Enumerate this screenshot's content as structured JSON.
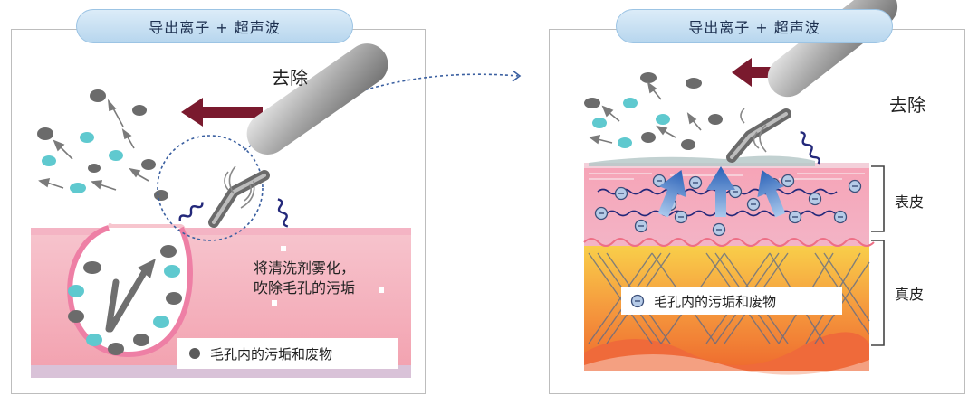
{
  "left": {
    "title": "导出离子 + 超声波",
    "remove": "去除",
    "description_line1": "将清洗剂雾化，",
    "description_line2": "吹除毛孔的污垢",
    "legend": "毛孔内的污垢和废物"
  },
  "right": {
    "title": "导出离子 + 超声波",
    "remove": "去除",
    "epidermis": "表皮",
    "dermis": "真皮",
    "legend": "毛孔内的污垢和废物"
  },
  "colors": {
    "arrow": "#7a1a2e",
    "pill_fill": "#c9e1f3",
    "dirt_gray": "#6b6b6b",
    "dirt_teal": "#5fc9cf",
    "wave": "#23287a",
    "skin_pink": "#f3a9b8",
    "dermis_orange": "#f0803a"
  }
}
